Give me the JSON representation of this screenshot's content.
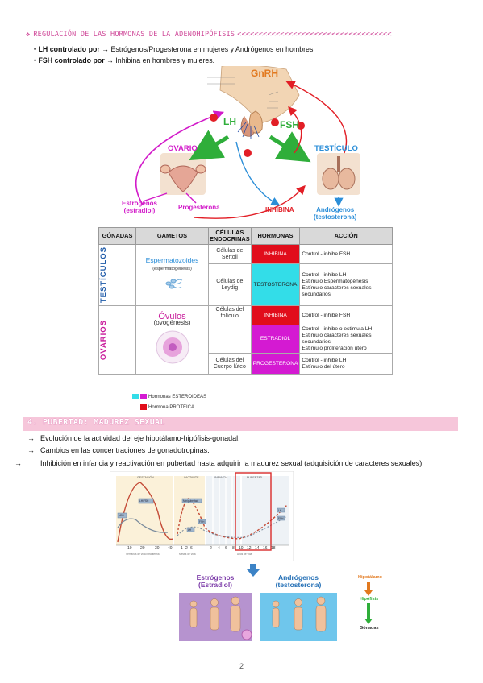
{
  "section3": {
    "title": "REGULACIÓN DE LAS HORMONAS DE LA ADENOHIPÓFISIS",
    "decoration": "<<<<<<<<<<<<<<<<<<<<<<<<<<<<<<<<<<<<",
    "bullets": [
      {
        "bold": "LH controlado por",
        "text": "Estrógenos/Progesterona en mujeres y Andrógenos en hombres."
      },
      {
        "bold": "FSH controlado por",
        "text": "Inhibina en hombres y mujeres."
      }
    ]
  },
  "diagram": {
    "gnrh": "GnRH",
    "lh": "LH",
    "fsh": "FSH",
    "ovario": "OVARIO",
    "testiculo": "TESTÍCULO",
    "estrogenos": "Estrógenos\n(estradiol)",
    "progesterona": "Progesterona",
    "inhibina": "INHIBINA",
    "androgenos": "Andrógenos\n(testosterona)",
    "minus": "−"
  },
  "table": {
    "headers": [
      "GÓNADAS",
      "GAMETOS",
      "CÉLULAS ENDOCRINAS",
      "HORMONAS",
      "ACCIÓN"
    ],
    "testiculos": {
      "label": "TESTÍCULOS",
      "gamete": "Espermatozoides",
      "gamete_sub": "(espermatogénesis)",
      "rows": [
        {
          "cells": "Células de Sertoli",
          "hormone": "INHIBINA",
          "action": "Control - inhibe FSH"
        },
        {
          "cells": "Células de Leydig",
          "hormone": "TESTOSTERONA",
          "action": "Control - inhibe LH\nEstímulo Espermatogénesis\nEstímulo caracteres sexuales secundarios"
        }
      ]
    },
    "ovarios": {
      "label": "OVARIOS",
      "gamete": "Óvulos",
      "gamete_sub": "(ovogénesis)",
      "rows": [
        {
          "cells": "Células del folículo",
          "hormone": "INHIBINA",
          "action": "Control - inhibe FSH"
        },
        {
          "cells": "",
          "hormone": "ESTRADIOL",
          "action": "Control - inhibe o estimula LH\nEstímulo caracteres sexuales secundarios\nEstímulo proliferación útero"
        },
        {
          "cells": "Células del Cuerpo lúteo",
          "hormone": "PROGESTERONA",
          "action": "Control - inhibe LH\nEstímulo del útero"
        }
      ]
    },
    "legend": [
      {
        "label": "Hormonas ESTEROIDEAS",
        "colors": [
          "#33dde8",
          "#d41ad2"
        ]
      },
      {
        "label": "Hormona PROTEICA",
        "colors": [
          "#e10d1b"
        ]
      }
    ]
  },
  "section4": {
    "title": "4. PUBERTAD: MADUREZ SEXUAL",
    "items": [
      "Evolución de la actividad del eje hipotálamo-hipófisis-gonadal.",
      "Cambios en las concentraciones de gonadotropinas.",
      "Inhibición en infancia y reactivación en pubertad hasta adquirir la madurez sexual (adquisición de caracteres sexuales)."
    ],
    "arrow": "→"
  },
  "chart": {
    "phases": [
      "GESTACIÓN",
      "LACTANTE",
      "INFANCIA",
      "PUBERTAD"
    ],
    "labels": [
      "hCG",
      "LH/FSH",
      "Minipubertad",
      "LH",
      "FSH",
      "LH",
      "FSH"
    ],
    "ticks": [
      "10",
      "20",
      "30",
      "40",
      "1",
      "2",
      "6",
      "2",
      "4",
      "6",
      "8",
      "10",
      "12",
      "14",
      "16",
      "18"
    ],
    "axis_groups": [
      "Semanas de vida intrauterina",
      "Meses de vida",
      "Años de vida"
    ]
  },
  "bottom": {
    "estrogenos": "Estrógenos\n(Estradiol)",
    "androgenos": "Andrógenos\n(testosterona)",
    "hipotalamo": "Hipotálamo",
    "hipofisis": "Hipófisis",
    "gonadas": "Gónadas"
  },
  "page_number": "2"
}
